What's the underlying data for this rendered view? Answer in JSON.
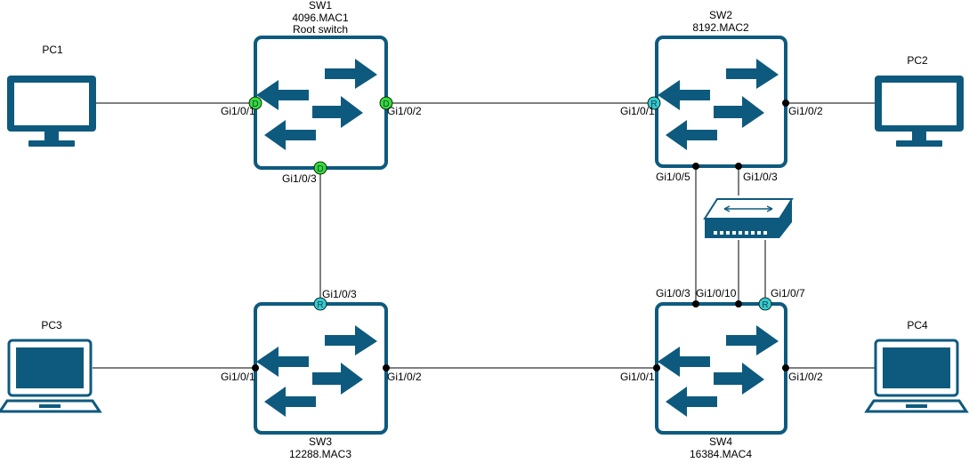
{
  "colors": {
    "device": "#0e5a7e",
    "designated": "#33dd33",
    "root_port": "#33cccc",
    "link": "#000000"
  },
  "pcs": {
    "pc1": {
      "label": "PC1",
      "type": "desktop"
    },
    "pc2": {
      "label": "PC2",
      "type": "desktop"
    },
    "pc3": {
      "label": "PC3",
      "type": "laptop"
    },
    "pc4": {
      "label": "PC4",
      "type": "laptop"
    }
  },
  "switches": {
    "sw1": {
      "name": "SW1",
      "bridge_id": "4096.MAC1",
      "note": "Root switch"
    },
    "sw2": {
      "name": "SW2",
      "bridge_id": "8192.MAC2"
    },
    "sw3": {
      "name": "SW3",
      "bridge_id": "12288.MAC3"
    },
    "sw4": {
      "name": "SW4",
      "bridge_id": "16384.MAC4"
    }
  },
  "ports": {
    "sw1_g1": {
      "label": "Gi1/0/1",
      "role": "D"
    },
    "sw1_g2": {
      "label": "Gi1/0/2",
      "role": "D"
    },
    "sw1_g3": {
      "label": "Gi1/0/3",
      "role": "D"
    },
    "sw2_g1": {
      "label": "Gi1/0/1",
      "role": "R"
    },
    "sw2_g2": {
      "label": "Gi1/0/2",
      "role": ""
    },
    "sw2_g5": {
      "label": "Gi1/0/5",
      "role": ""
    },
    "sw2_g3": {
      "label": "Gi1/0/3",
      "role": ""
    },
    "sw3_g3": {
      "label": "Gi1/0/3",
      "role": "R"
    },
    "sw3_g1": {
      "label": "Gi1/0/1",
      "role": ""
    },
    "sw3_g2": {
      "label": "Gi1/0/2",
      "role": ""
    },
    "sw4_g3": {
      "label": "Gi1/0/3",
      "role": ""
    },
    "sw4_g10": {
      "label": "Gi1/0/10",
      "role": ""
    },
    "sw4_g7": {
      "label": "Gi1/0/7",
      "role": "R"
    },
    "sw4_g1": {
      "label": "Gi1/0/1",
      "role": ""
    },
    "sw4_g2": {
      "label": "Gi1/0/2",
      "role": ""
    }
  },
  "icons": {
    "switch": "switch-arrows-icon",
    "hub": "hub-icon",
    "desktop": "desktop-monitor-icon",
    "laptop": "laptop-icon"
  }
}
